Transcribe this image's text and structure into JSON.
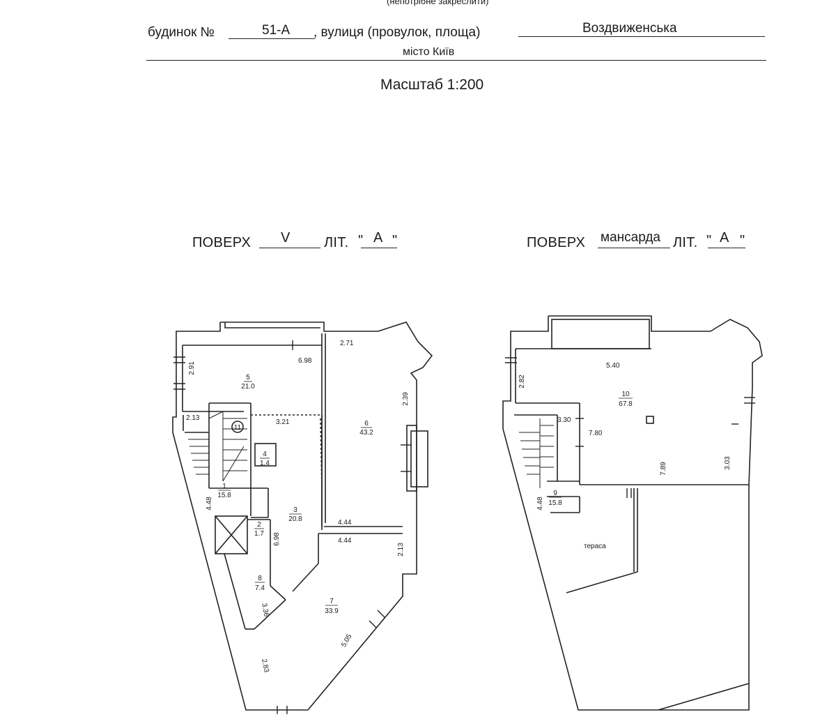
{
  "header": {
    "top_note": "(непотрібне закреслити)",
    "house_label": "будинок №",
    "house_number": "51-А",
    "street_label": ", вулиця (провулок, площа)",
    "street_value": "Воздвиженська",
    "city": "місто Київ",
    "scale": "Масштаб 1:200"
  },
  "floor_left": {
    "label": "ПОВЕРХ",
    "floor": "V",
    "lit_label": "ЛІТ.",
    "lit_open": "\"",
    "lit_value": "А",
    "lit_close": "\"",
    "rooms": [
      {
        "num": "1",
        "area": "15.8"
      },
      {
        "num": "2",
        "area": "1.7"
      },
      {
        "num": "3",
        "area": "20.8"
      },
      {
        "num": "4",
        "area": "1.4"
      },
      {
        "num": "5",
        "area": "21.0"
      },
      {
        "num": "6",
        "area": "43.2"
      },
      {
        "num": "7",
        "area": "33.9"
      },
      {
        "num": "8",
        "area": "7.4"
      }
    ],
    "stair_marker": "11",
    "dims": [
      "2.71",
      "6.98",
      "2.91",
      "2.39",
      "2.13",
      "3.21",
      "4.48",
      "4.44",
      "4.44",
      "2.13",
      "6.98",
      "3.36",
      "5.05",
      "2.83"
    ]
  },
  "floor_right": {
    "label": "ПОВЕРХ",
    "floor": "мансарда",
    "lit_label": "ЛІТ.",
    "lit_open": "\"",
    "lit_value": "А",
    "lit_close": "\"",
    "rooms": [
      {
        "num": "10",
        "area": "67.8"
      },
      {
        "num": "9",
        "area": "15.8"
      }
    ],
    "terrace": "тераса",
    "dims": [
      "5.40",
      "2.82",
      "3.30",
      "7.80",
      "7.89",
      "3.03",
      "4.48"
    ]
  }
}
